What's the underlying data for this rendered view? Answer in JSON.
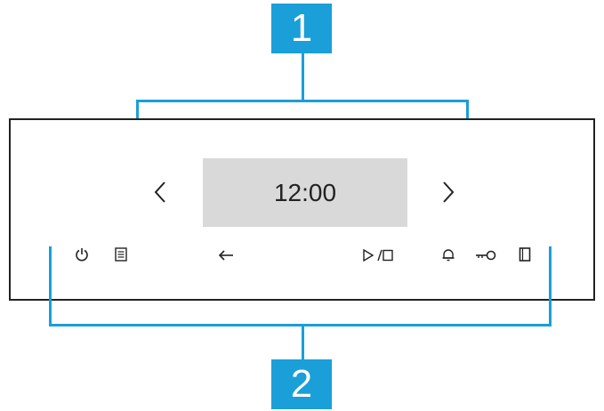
{
  "callouts": {
    "top": "1",
    "bottom": "2"
  },
  "display": {
    "time": "12:00"
  },
  "icons": {
    "left_arrow": "chevron-left-icon",
    "right_arrow": "chevron-right-icon",
    "power": "power-icon",
    "menu": "menu-icon",
    "back": "back-arrow-icon",
    "start_stop": "play-stop-icon",
    "alarm": "bell-icon",
    "child_lock": "key-icon",
    "door": "door-icon"
  },
  "colors": {
    "accent": "#1a9fd8",
    "display_bg": "#d9d9d9",
    "frame": "#222222"
  }
}
